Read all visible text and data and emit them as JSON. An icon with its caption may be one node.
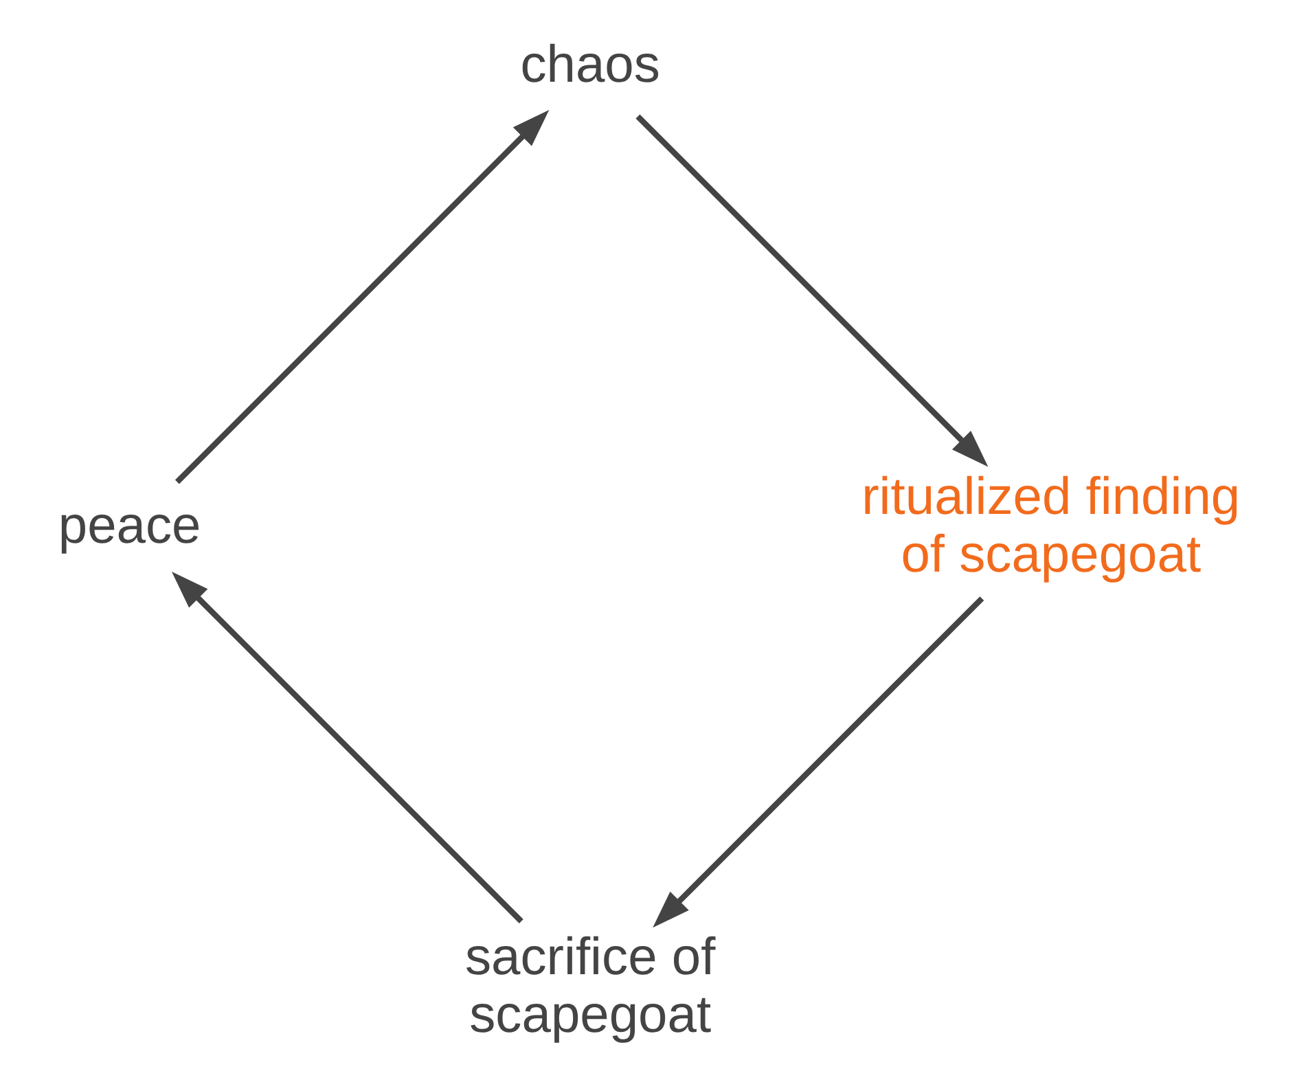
{
  "diagram": {
    "nodes": [
      {
        "text": [
          "sacrifice of scapegoat"
        ]
      },
      {
        "text": [
          "peace"
        ]
      },
      {
        "text": [
          "chaos"
        ]
      },
      {
        "text": [
          "ritualized finding of scapegoat"
        ]
      }
    ],
    "edges": [
      {
        "from": 0,
        "to": 1,
        "arrow": "to"
      },
      {
        "from": 1,
        "to": 2,
        "arrow": "to"
      },
      {
        "from": 2,
        "to": 3,
        "arrow": "to"
      },
      {
        "from": 3,
        "to": 0,
        "arrow": "to"
      }
    ]
  }
}
